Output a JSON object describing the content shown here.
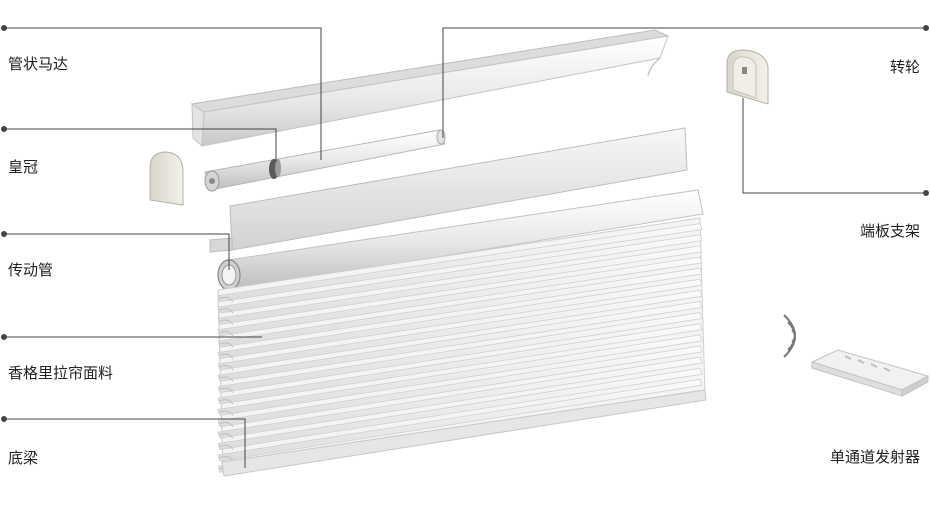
{
  "labels": {
    "tubular_motor": "管状马达",
    "crown": "皇冠",
    "drive_tube": "传动管",
    "honeycomb_fabric": "香格里拉帘面料",
    "bottom_rail": "底梁",
    "idler_wheel": "转轮",
    "end_bracket": "端板支架",
    "single_channel_remote": "单通道发射器"
  },
  "colors": {
    "leader_line": "#444444",
    "part_light": "#f2f2f2",
    "part_shade": "#cfcfcf",
    "part_outline": "#b5b5b5",
    "cap_fill": "#e9e6dc"
  }
}
